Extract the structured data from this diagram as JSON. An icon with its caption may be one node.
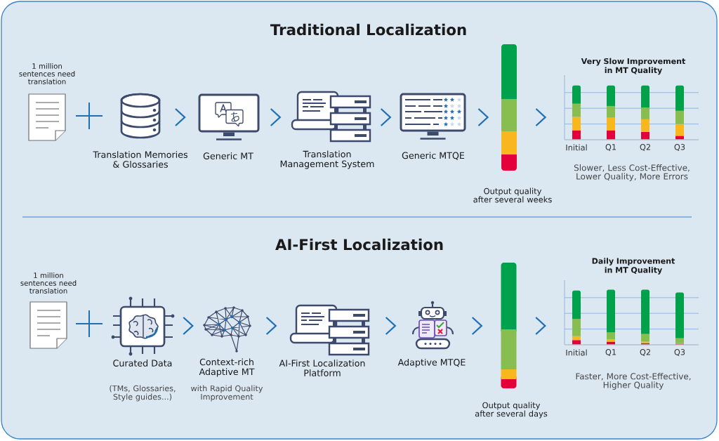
{
  "diagram": {
    "nodes": [
      {
        "text": [
          "1 million sentences need translation"
        ]
      },
      {
        "text": [
          "Translation Memories & Glossaries"
        ]
      },
      {
        "text": [
          "Generic MT"
        ]
      },
      {
        "text": [
          "Translation Management System"
        ]
      },
      {
        "text": [
          "Generic MTQE"
        ]
      },
      {
        "text": [
          "Output quality after several weeks"
        ]
      },
      {
        "text": [
          "Very Slow Improvement in MT Quality"
        ],
        "beside": [
          "Initial",
          "Q1",
          "Q2",
          "Q3",
          "Slower, Less Cost-Effective, Lower Quality, More Errors"
        ]
      },
      {
        "text": [
          "1 million sentences need translation"
        ]
      },
      {
        "text": [
          "Curated Data"
        ],
        "beside": [
          "(TMs, Glossaries, Style guides...)"
        ]
      },
      {
        "text": [
          "Context-rich Adaptive MT"
        ],
        "beside": [
          "with Rapid Quality Improvement"
        ]
      },
      {
        "text": [
          "AI-First Localization Platform"
        ]
      },
      {
        "text": [
          "Adaptive MTQE"
        ]
      },
      {
        "text": [
          "Output quality after several days"
        ]
      },
      {
        "text": [
          "Daily Improvement in MT Quality"
        ],
        "beside": [
          "Initial",
          "Q1",
          "Q2",
          "Q3",
          "Faster, More Cost-Effective, Higher Quality"
        ]
      }
    ],
    "edges": [
      {
        "from": 1,
        "to": 2,
        "arrow": "to"
      },
      {
        "from": 2,
        "to": 3,
        "arrow": "to"
      },
      {
        "from": 3,
        "to": 4,
        "arrow": "to"
      },
      {
        "from": 4,
        "to": 5,
        "arrow": "to"
      },
      {
        "from": 5,
        "to": 6,
        "arrow": "to"
      },
      {
        "from": 8,
        "to": 9,
        "arrow": "to"
      },
      {
        "from": 9,
        "to": 10,
        "arrow": "to"
      },
      {
        "from": 10,
        "to": 11,
        "arrow": "to"
      },
      {
        "from": 11,
        "to": 12,
        "arrow": "to"
      },
      {
        "from": 12,
        "to": 13,
        "arrow": "to"
      }
    ],
    "labels": [
      "Traditional Localization",
      "AI-First Localization"
    ]
  }
}
